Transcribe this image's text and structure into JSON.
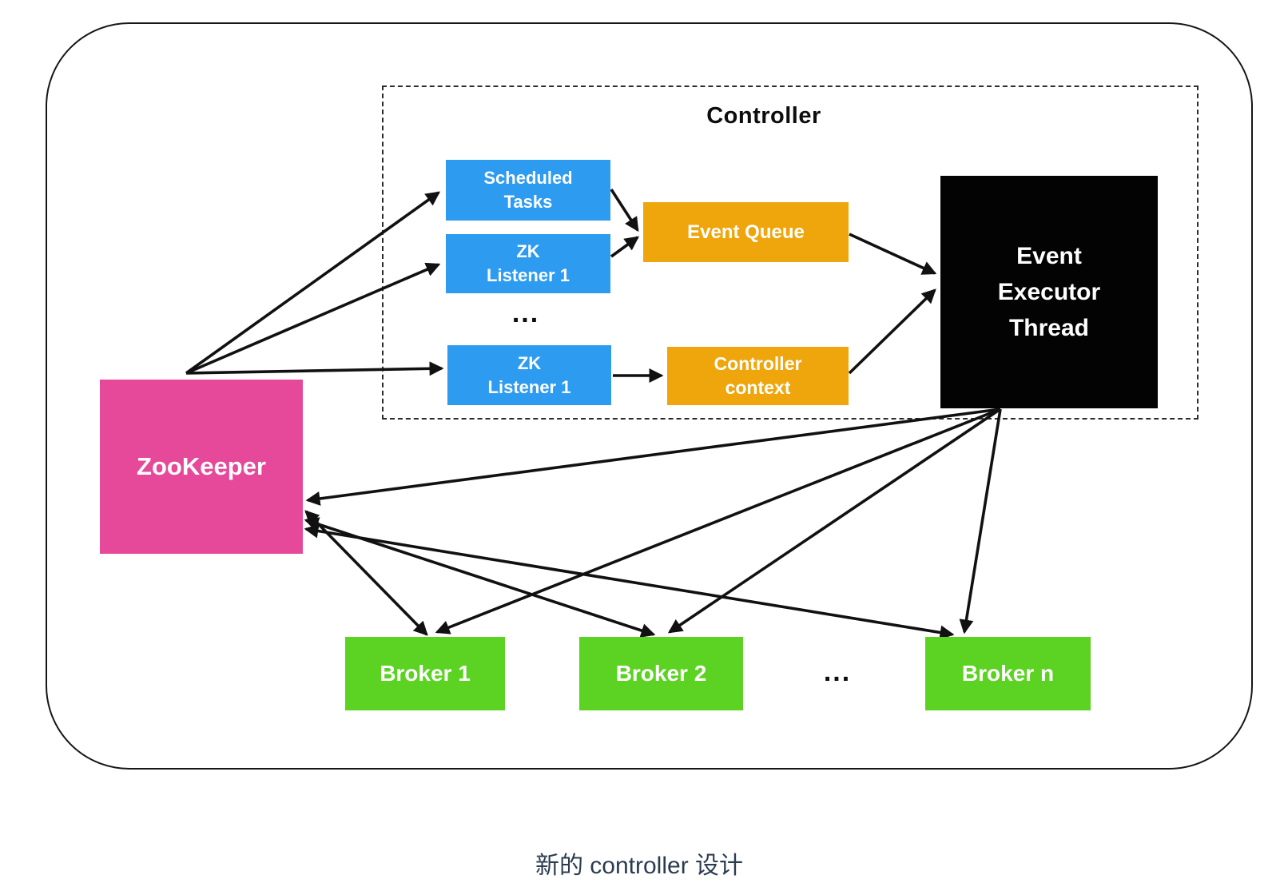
{
  "diagram": {
    "controller_group_label": "Controller",
    "caption": "新的 controller 设计",
    "colors": {
      "listener_blue": "#2D9BF0",
      "queue_orange": "#EFA60D",
      "zookeeper_pink": "#E64999",
      "broker_green": "#5CD222",
      "executor_black": "#030303",
      "arrow_black": "#111111",
      "caption_slate": "#2C3C50"
    },
    "nodes": {
      "zookeeper": {
        "label": "ZooKeeper"
      },
      "scheduled_tasks": {
        "label": "Scheduled\nTasks"
      },
      "zk_listener_1": {
        "label": "ZK\nListener 1"
      },
      "zk_listener_n": {
        "label": "ZK\nListener 1"
      },
      "listeners_ellipsis": {
        "label": "..."
      },
      "event_queue": {
        "label": "Event Queue"
      },
      "controller_context": {
        "label": "Controller\ncontext"
      },
      "event_executor_thread": {
        "label": "Event\nExecutor\nThread"
      },
      "broker_1": {
        "label": "Broker 1"
      },
      "broker_2": {
        "label": "Broker 2"
      },
      "broker_n": {
        "label": "Broker n"
      },
      "brokers_ellipsis": {
        "label": "..."
      }
    },
    "edges": [
      {
        "from": "zookeeper",
        "to": "scheduled_tasks",
        "bidirectional": false
      },
      {
        "from": "zookeeper",
        "to": "zk_listener_1",
        "bidirectional": false
      },
      {
        "from": "zookeeper",
        "to": "zk_listener_n",
        "bidirectional": false
      },
      {
        "from": "scheduled_tasks",
        "to": "event_queue",
        "bidirectional": false
      },
      {
        "from": "zk_listener_1",
        "to": "event_queue",
        "bidirectional": false
      },
      {
        "from": "zk_listener_n",
        "to": "controller_context",
        "bidirectional": false
      },
      {
        "from": "event_queue",
        "to": "event_executor_thread",
        "bidirectional": false
      },
      {
        "from": "controller_context",
        "to": "event_executor_thread",
        "bidirectional": false
      },
      {
        "from": "event_executor_thread",
        "to": "zookeeper",
        "bidirectional": false
      },
      {
        "from": "event_executor_thread",
        "to": "broker_1",
        "bidirectional": false
      },
      {
        "from": "event_executor_thread",
        "to": "broker_2",
        "bidirectional": false
      },
      {
        "from": "event_executor_thread",
        "to": "broker_n",
        "bidirectional": false
      },
      {
        "from": "zookeeper",
        "to": "broker_1",
        "bidirectional": true
      },
      {
        "from": "zookeeper",
        "to": "broker_2",
        "bidirectional": true
      },
      {
        "from": "zookeeper",
        "to": "broker_n",
        "bidirectional": true
      }
    ]
  }
}
